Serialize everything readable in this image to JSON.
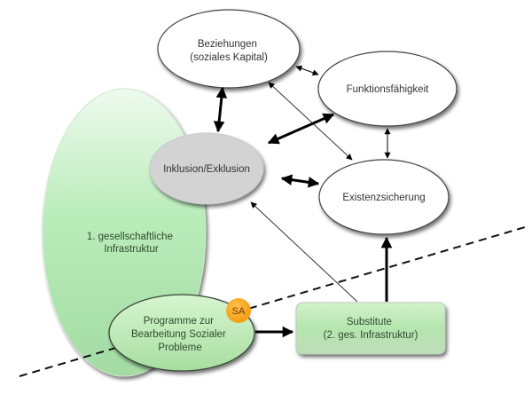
{
  "diagram": {
    "nodes": {
      "beziehungen": {
        "lines": [
          "Beziehungen",
          "(soziales Kapital)"
        ],
        "shape": "ellipse",
        "fill": "#ffffff"
      },
      "funktion": {
        "lines": [
          "Funktionsfähigkeit"
        ],
        "shape": "ellipse",
        "fill": "#ffffff"
      },
      "inklusion": {
        "lines": [
          "Inklusion/Exklusion"
        ],
        "shape": "ellipse",
        "fill": "#d3d3d3"
      },
      "existenz": {
        "lines": [
          "Existenzsicherung"
        ],
        "shape": "ellipse",
        "fill": "#ffffff"
      },
      "infrastruktur": {
        "lines": [
          "1. gesellschaftliche",
          "Infrastruktur"
        ],
        "shape": "ellipse",
        "fill": "#b8ecb8"
      },
      "programme": {
        "lines": [
          "Programme zur",
          "Bearbeitung Sozialer",
          "Probleme"
        ],
        "shape": "ellipse",
        "fill": "#c6f0c0"
      },
      "substitute": {
        "lines": [
          "Substitute",
          "(2. ges. Infrastruktur)"
        ],
        "shape": "rounded-rect",
        "fill": "#b8e8b0"
      },
      "sa_badge": {
        "label": "SA",
        "shape": "circle",
        "fill": "#f5a623"
      }
    },
    "edges": [
      {
        "from": "beziehungen",
        "to": "inklusion",
        "style": "thick",
        "direction": "both"
      },
      {
        "from": "beziehungen",
        "to": "funktion",
        "style": "thin",
        "direction": "both"
      },
      {
        "from": "beziehungen",
        "to": "existenz",
        "style": "thin",
        "direction": "both"
      },
      {
        "from": "funktion",
        "to": "inklusion",
        "style": "thick",
        "direction": "both"
      },
      {
        "from": "funktion",
        "to": "existenz",
        "style": "thin",
        "direction": "both"
      },
      {
        "from": "inklusion",
        "to": "existenz",
        "style": "thick",
        "direction": "both"
      },
      {
        "from": "substitute",
        "to": "inklusion",
        "style": "thin",
        "direction": "forward"
      },
      {
        "from": "substitute",
        "to": "existenz",
        "style": "thick",
        "direction": "forward"
      },
      {
        "from": "programme",
        "to": "substitute",
        "style": "thick",
        "direction": "forward"
      }
    ],
    "divider": {
      "style": "dashed",
      "color": "#111111"
    }
  }
}
